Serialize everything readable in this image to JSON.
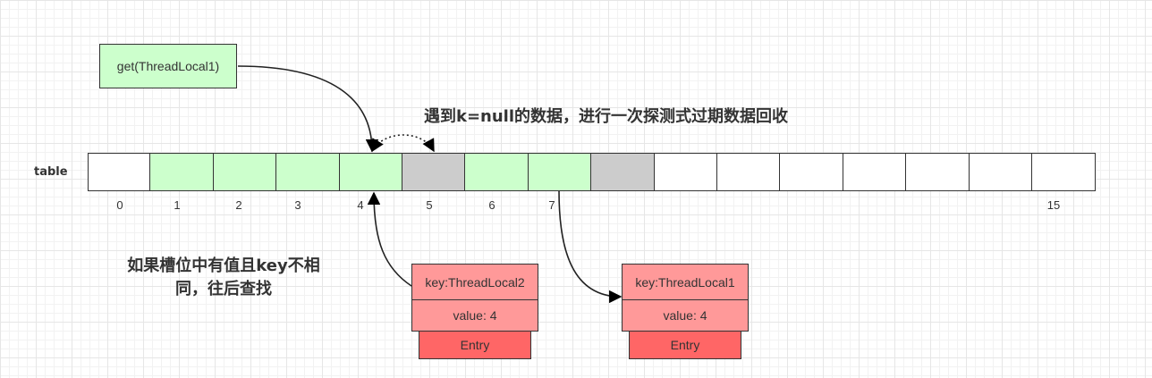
{
  "call_box": {
    "label": "get(ThreadLocal1)"
  },
  "note_top": "遇到k=null的数据，进行一次探测式过期数据回收",
  "note_left": "如果槽位中有值且key不相\n同，往后查找",
  "table_label": "table",
  "slot_fills": [
    "white",
    "green",
    "green",
    "green",
    "green",
    "gray",
    "green",
    "green",
    "gray",
    "white",
    "white",
    "white",
    "white",
    "white",
    "white",
    "white"
  ],
  "index_labels": [
    "0",
    "1",
    "2",
    "3",
    "4",
    "5",
    "6",
    "7",
    "15"
  ],
  "entry_left": {
    "key": "key:ThreadLocal2",
    "value": "value: 4",
    "title": "Entry"
  },
  "entry_right": {
    "key": "key:ThreadLocal1",
    "value": "value: 4",
    "title": "Entry"
  },
  "colors": {
    "green": "#ccffcc",
    "gray": "#cccccc",
    "white": "#ffffff",
    "entry_light": "#ff9999",
    "entry_dark": "#ff6666"
  }
}
